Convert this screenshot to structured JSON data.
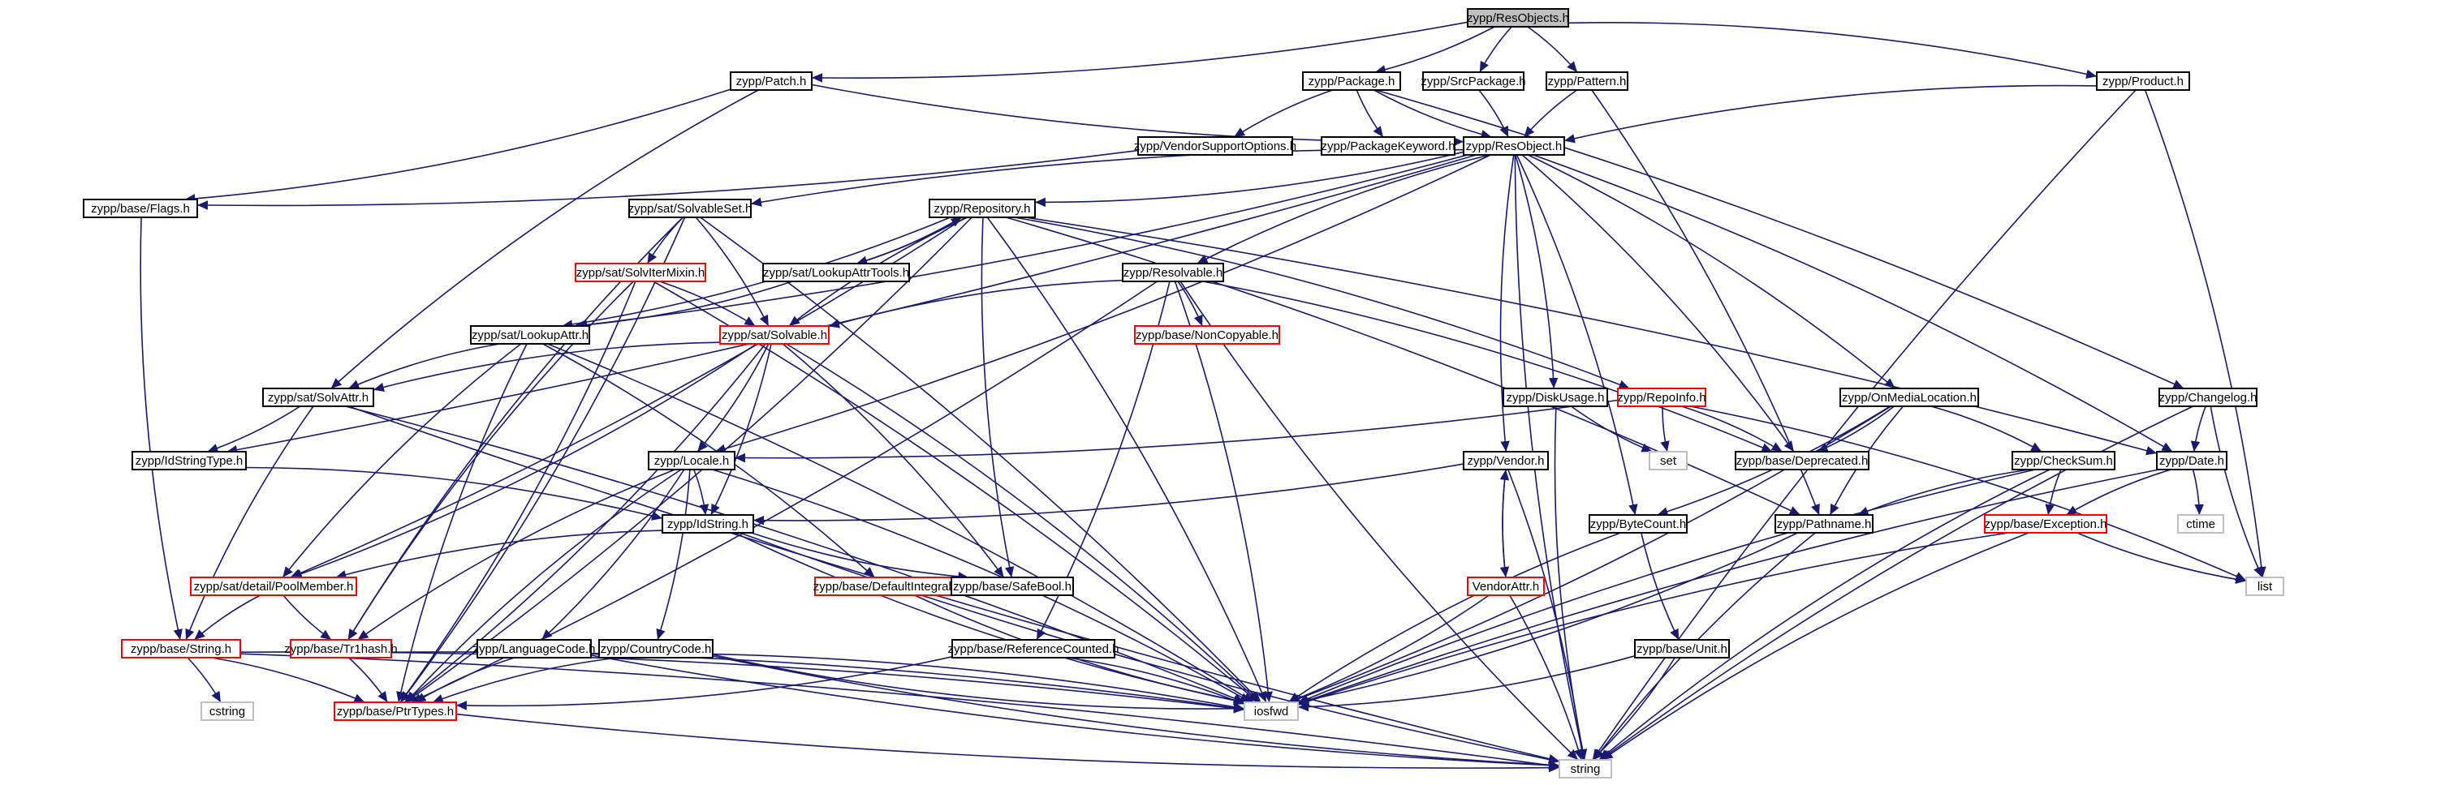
{
  "colors": {
    "edge": "#191970",
    "box_normal": "#000000",
    "box_red": "#ff0000",
    "box_sys": "#bfbfbf",
    "root_fill": "#bfbfbf"
  },
  "nodes": [
    {
      "id": "resobjects",
      "label": "zypp/ResObjects.h",
      "kind": "root"
    },
    {
      "id": "patch",
      "label": "zypp/Patch.h",
      "kind": "normal"
    },
    {
      "id": "package",
      "label": "zypp/Package.h",
      "kind": "normal"
    },
    {
      "id": "srcpackage",
      "label": "zypp/SrcPackage.h",
      "kind": "normal"
    },
    {
      "id": "pattern",
      "label": "zypp/Pattern.h",
      "kind": "normal"
    },
    {
      "id": "product",
      "label": "zypp/Product.h",
      "kind": "normal"
    },
    {
      "id": "vendorsupport",
      "label": "zypp/VendorSupportOptions.h",
      "kind": "normal"
    },
    {
      "id": "packagekeyword",
      "label": "zypp/PackageKeyword.h",
      "kind": "normal"
    },
    {
      "id": "resobject",
      "label": "zypp/ResObject.h",
      "kind": "normal"
    },
    {
      "id": "flags",
      "label": "zypp/base/Flags.h",
      "kind": "normal"
    },
    {
      "id": "solvableset",
      "label": "zypp/sat/SolvableSet.h",
      "kind": "normal"
    },
    {
      "id": "repository",
      "label": "zypp/Repository.h",
      "kind": "normal"
    },
    {
      "id": "solvitermixin",
      "label": "zypp/sat/SolvIterMixin.h",
      "kind": "red"
    },
    {
      "id": "lookupattrtools",
      "label": "zypp/sat/LookupAttrTools.h",
      "kind": "normal"
    },
    {
      "id": "resolvable",
      "label": "zypp/Resolvable.h",
      "kind": "normal"
    },
    {
      "id": "lookupattr",
      "label": "zypp/sat/LookupAttr.h",
      "kind": "normal"
    },
    {
      "id": "solvable",
      "label": "zypp/sat/Solvable.h",
      "kind": "red"
    },
    {
      "id": "noncopyable",
      "label": "zypp/base/NonCopyable.h",
      "kind": "red"
    },
    {
      "id": "solvattr",
      "label": "zypp/sat/SolvAttr.h",
      "kind": "normal"
    },
    {
      "id": "diskusage",
      "label": "zypp/DiskUsage.h",
      "kind": "normal"
    },
    {
      "id": "repoinfo",
      "label": "zypp/RepoInfo.h",
      "kind": "red"
    },
    {
      "id": "onmedialocation",
      "label": "zypp/OnMediaLocation.h",
      "kind": "normal"
    },
    {
      "id": "changelog",
      "label": "zypp/Changelog.h",
      "kind": "normal"
    },
    {
      "id": "idstringtype",
      "label": "zypp/IdStringType.h",
      "kind": "normal"
    },
    {
      "id": "locale",
      "label": "zypp/Locale.h",
      "kind": "normal"
    },
    {
      "id": "vendor",
      "label": "zypp/Vendor.h",
      "kind": "normal"
    },
    {
      "id": "set",
      "label": "set",
      "kind": "sys"
    },
    {
      "id": "deprecated",
      "label": "zypp/base/Deprecated.h",
      "kind": "normal"
    },
    {
      "id": "checksum",
      "label": "zypp/CheckSum.h",
      "kind": "normal"
    },
    {
      "id": "date",
      "label": "zypp/Date.h",
      "kind": "normal"
    },
    {
      "id": "idstring",
      "label": "zypp/IdString.h",
      "kind": "normal"
    },
    {
      "id": "bytecount",
      "label": "zypp/ByteCount.h",
      "kind": "normal"
    },
    {
      "id": "pathname",
      "label": "zypp/Pathname.h",
      "kind": "normal"
    },
    {
      "id": "exception",
      "label": "zypp/base/Exception.h",
      "kind": "red"
    },
    {
      "id": "ctime",
      "label": "ctime",
      "kind": "sys"
    },
    {
      "id": "poolmember",
      "label": "zypp/sat/detail/PoolMember.h",
      "kind": "red"
    },
    {
      "id": "defaultintegral",
      "label": "zypp/base/DefaultIntegral.h",
      "kind": "red"
    },
    {
      "id": "safebool",
      "label": "zypp/base/SafeBool.h",
      "kind": "normal"
    },
    {
      "id": "vendorattr",
      "label": "VendorAttr.h",
      "kind": "red"
    },
    {
      "id": "list",
      "label": "list",
      "kind": "sys"
    },
    {
      "id": "string_h",
      "label": "zypp/base/String.h",
      "kind": "red"
    },
    {
      "id": "tr1hash",
      "label": "zypp/base/Tr1hash.h",
      "kind": "red"
    },
    {
      "id": "languagecode",
      "label": "zypp/LanguageCode.h",
      "kind": "normal"
    },
    {
      "id": "countrycode",
      "label": "zypp/CountryCode.h",
      "kind": "normal"
    },
    {
      "id": "refcounted",
      "label": "zypp/base/ReferenceCounted.h",
      "kind": "normal"
    },
    {
      "id": "unit",
      "label": "zypp/base/Unit.h",
      "kind": "normal"
    },
    {
      "id": "cstring",
      "label": "cstring",
      "kind": "sys"
    },
    {
      "id": "ptrtypes",
      "label": "zypp/base/PtrTypes.h",
      "kind": "red"
    },
    {
      "id": "iosfwd",
      "label": "iosfwd",
      "kind": "sys"
    },
    {
      "id": "string",
      "label": "string",
      "kind": "sys"
    }
  ],
  "edges": [
    [
      "resobjects",
      "patch"
    ],
    [
      "resobjects",
      "package"
    ],
    [
      "resobjects",
      "srcpackage"
    ],
    [
      "resobjects",
      "pattern"
    ],
    [
      "resobjects",
      "product"
    ],
    [
      "patch",
      "resobject"
    ],
    [
      "patch",
      "flags"
    ],
    [
      "patch",
      "solvattr"
    ],
    [
      "package",
      "resobject"
    ],
    [
      "package",
      "vendorsupport"
    ],
    [
      "package",
      "packagekeyword"
    ],
    [
      "package",
      "changelog"
    ],
    [
      "srcpackage",
      "resobject"
    ],
    [
      "pattern",
      "resobject"
    ],
    [
      "pattern",
      "pathname"
    ],
    [
      "product",
      "resobject"
    ],
    [
      "product",
      "list"
    ],
    [
      "product",
      "string"
    ],
    [
      "vendorsupport",
      "flags"
    ],
    [
      "resobject",
      "solvableset"
    ],
    [
      "resobject",
      "repository"
    ],
    [
      "resobject",
      "lookupattr"
    ],
    [
      "resobject",
      "idstringtype"
    ],
    [
      "resobject",
      "locale"
    ],
    [
      "resobject",
      "resolvable"
    ],
    [
      "resobject",
      "diskusage"
    ],
    [
      "resobject",
      "vendor"
    ],
    [
      "resobject",
      "bytecount"
    ],
    [
      "resobject",
      "deprecated"
    ],
    [
      "resobject",
      "onmedialocation"
    ],
    [
      "resobject",
      "date"
    ],
    [
      "resobject",
      "string"
    ],
    [
      "flags",
      "string_h"
    ],
    [
      "solvableset",
      "solvitermixin"
    ],
    [
      "solvableset",
      "solvable"
    ],
    [
      "solvableset",
      "tr1hash"
    ],
    [
      "solvableset",
      "ptrtypes"
    ],
    [
      "solvableset",
      "iosfwd"
    ],
    [
      "repository",
      "lookupattrtools"
    ],
    [
      "repository",
      "solvable"
    ],
    [
      "repository",
      "repoinfo"
    ],
    [
      "repository",
      "safebool"
    ],
    [
      "repository",
      "iosfwd"
    ],
    [
      "repository",
      "poolmember"
    ],
    [
      "repository",
      "lookupattr"
    ],
    [
      "repository",
      "pathname"
    ],
    [
      "repository",
      "date"
    ],
    [
      "repository",
      "ptrtypes"
    ],
    [
      "lookupattrtools",
      "repository"
    ],
    [
      "lookupattrtools",
      "lookupattr"
    ],
    [
      "solvitermixin",
      "solvable"
    ],
    [
      "solvitermixin",
      "tr1hash"
    ],
    [
      "solvitermixin",
      "iosfwd"
    ],
    [
      "solvitermixin",
      "ptrtypes"
    ],
    [
      "resolvable",
      "solvable"
    ],
    [
      "resolvable",
      "noncopyable"
    ],
    [
      "resolvable",
      "refcounted"
    ],
    [
      "resolvable",
      "ptrtypes"
    ],
    [
      "resolvable",
      "deprecated"
    ],
    [
      "resolvable",
      "iosfwd"
    ],
    [
      "resolvable",
      "string"
    ],
    [
      "lookupattr",
      "solvattr"
    ],
    [
      "lookupattr",
      "poolmember"
    ],
    [
      "lookupattr",
      "defaultintegral"
    ],
    [
      "lookupattr",
      "iosfwd"
    ],
    [
      "lookupattr",
      "ptrtypes"
    ],
    [
      "solvable",
      "solvattr"
    ],
    [
      "solvable",
      "locale"
    ],
    [
      "solvable",
      "idstring"
    ],
    [
      "solvable",
      "poolmember"
    ],
    [
      "solvable",
      "safebool"
    ],
    [
      "solvable",
      "ptrtypes"
    ],
    [
      "solvable",
      "iosfwd"
    ],
    [
      "solvattr",
      "idstringtype"
    ],
    [
      "solvattr",
      "string_h"
    ],
    [
      "solvattr",
      "iosfwd"
    ],
    [
      "solvattr",
      "string"
    ],
    [
      "idstringtype",
      "idstring"
    ],
    [
      "diskusage",
      "set"
    ],
    [
      "diskusage",
      "string"
    ],
    [
      "repoinfo",
      "locale"
    ],
    [
      "repoinfo",
      "set"
    ],
    [
      "repoinfo",
      "deprecated"
    ],
    [
      "repoinfo",
      "list"
    ],
    [
      "onmedialocation",
      "checksum"
    ],
    [
      "onmedialocation",
      "bytecount"
    ],
    [
      "onmedialocation",
      "pathname"
    ],
    [
      "onmedialocation",
      "deprecated"
    ],
    [
      "onmedialocation",
      "iosfwd"
    ],
    [
      "changelog",
      "date"
    ],
    [
      "changelog",
      "list"
    ],
    [
      "changelog",
      "string"
    ],
    [
      "locale",
      "idstring"
    ],
    [
      "locale",
      "languagecode"
    ],
    [
      "locale",
      "countrycode"
    ],
    [
      "locale",
      "tr1hash"
    ],
    [
      "locale",
      "ptrtypes"
    ],
    [
      "locale",
      "iosfwd"
    ],
    [
      "vendor",
      "idstring"
    ],
    [
      "vendor",
      "vendorattr"
    ],
    [
      "vendor",
      "string"
    ],
    [
      "vendorattr",
      "vendor"
    ],
    [
      "vendorattr",
      "iosfwd"
    ],
    [
      "vendorattr",
      "string"
    ],
    [
      "checksum",
      "exception"
    ],
    [
      "checksum",
      "pathname"
    ],
    [
      "checksum",
      "string"
    ],
    [
      "checksum",
      "iosfwd"
    ],
    [
      "date",
      "exception"
    ],
    [
      "date",
      "ctime"
    ],
    [
      "date",
      "iosfwd"
    ],
    [
      "idstring",
      "poolmember"
    ],
    [
      "idstring",
      "safebool"
    ],
    [
      "idstring",
      "iosfwd"
    ],
    [
      "idstring",
      "string"
    ],
    [
      "bytecount",
      "unit"
    ],
    [
      "bytecount",
      "iosfwd"
    ],
    [
      "pathname",
      "iosfwd"
    ],
    [
      "pathname",
      "string"
    ],
    [
      "exception",
      "list"
    ],
    [
      "exception",
      "iosfwd"
    ],
    [
      "exception",
      "string"
    ],
    [
      "poolmember",
      "string_h"
    ],
    [
      "poolmember",
      "tr1hash"
    ],
    [
      "defaultintegral",
      "iosfwd"
    ],
    [
      "string_h",
      "cstring"
    ],
    [
      "string_h",
      "ptrtypes"
    ],
    [
      "string_h",
      "iosfwd"
    ],
    [
      "string_h",
      "string"
    ],
    [
      "tr1hash",
      "ptrtypes"
    ],
    [
      "tr1hash",
      "iosfwd"
    ],
    [
      "languagecode",
      "ptrtypes"
    ],
    [
      "languagecode",
      "iosfwd"
    ],
    [
      "languagecode",
      "string"
    ],
    [
      "countrycode",
      "ptrtypes"
    ],
    [
      "countrycode",
      "iosfwd"
    ],
    [
      "countrycode",
      "string"
    ],
    [
      "refcounted",
      "ptrtypes"
    ],
    [
      "refcounted",
      "iosfwd"
    ],
    [
      "unit",
      "iosfwd"
    ],
    [
      "unit",
      "string"
    ],
    [
      "ptrtypes",
      "string"
    ]
  ]
}
